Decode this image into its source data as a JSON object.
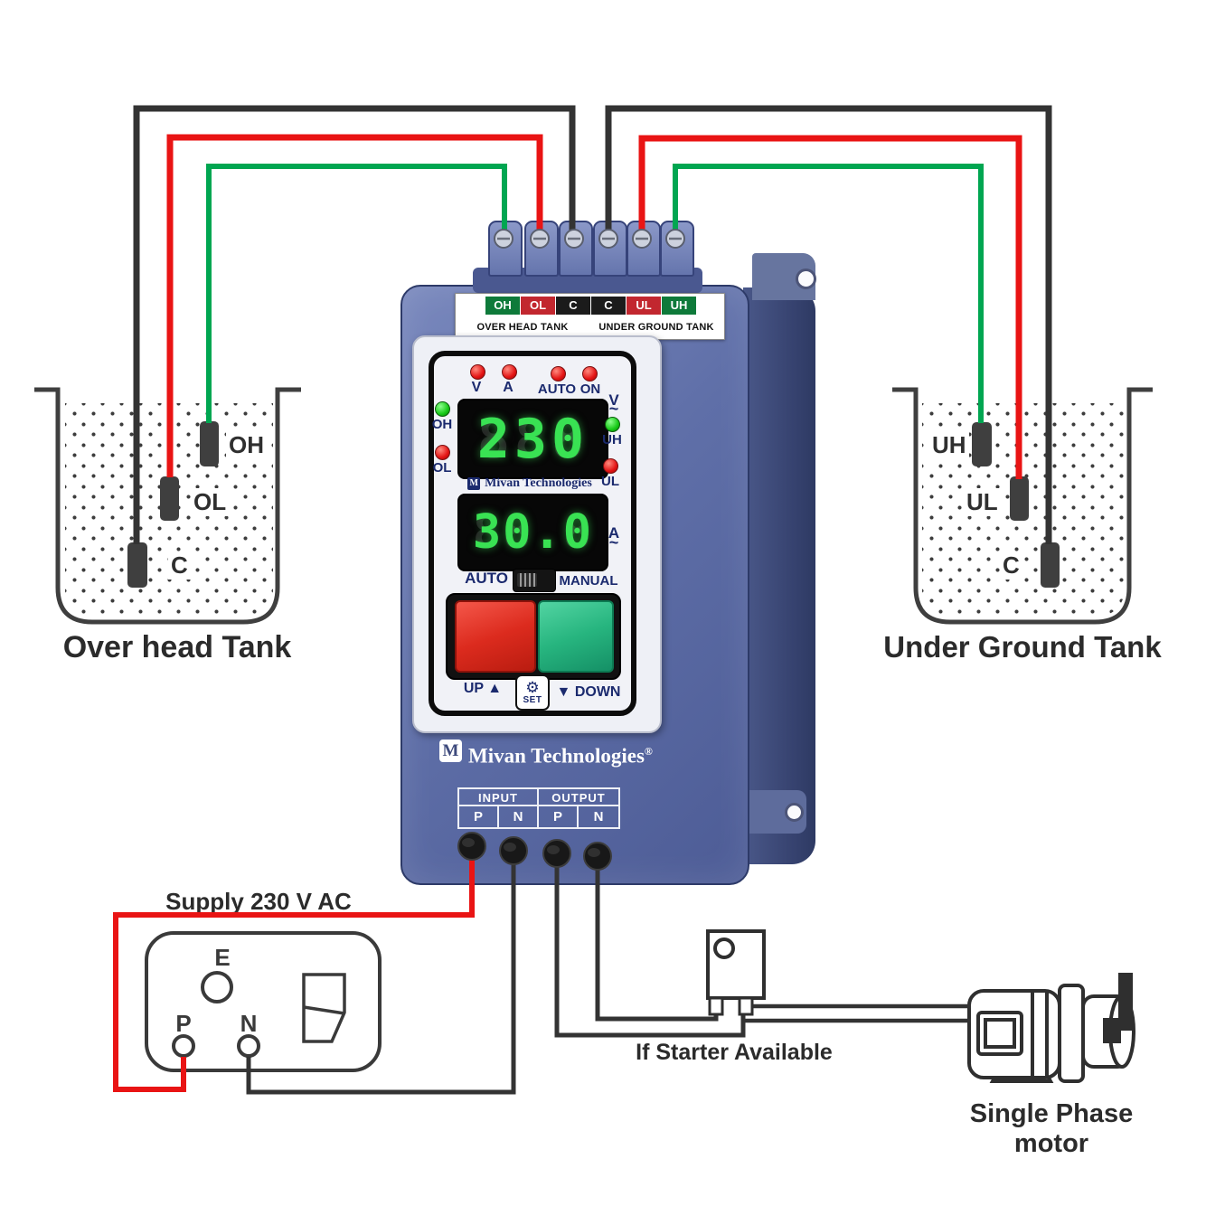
{
  "colors": {
    "case_blue": "#5f6fa8",
    "case_dark": "#36426f",
    "panel": "#eef0f6",
    "display_green": "#39e253",
    "led_red": "#e41414",
    "led_green": "#17c917",
    "wire_red": "#e91414",
    "wire_green": "#00a651",
    "wire_black": "#333333",
    "button_red": "#dc2b1e",
    "button_green": "#27b57f",
    "label_navy": "#1b2a6e",
    "terminal_green": "#0e7a3a",
    "terminal_red": "#c2272f",
    "terminal_black": "#1b1b1b"
  },
  "terminal_strip": {
    "cells": [
      {
        "label": "OH",
        "color": "green"
      },
      {
        "label": "OL",
        "color": "red"
      },
      {
        "label": "C",
        "color": "black"
      },
      {
        "label": "C",
        "color": "black"
      },
      {
        "label": "UL",
        "color": "red"
      },
      {
        "label": "UH",
        "color": "green"
      }
    ],
    "left_caption": "OVER HEAD TANK",
    "right_caption": "UNDER GROUND TANK"
  },
  "panel": {
    "top_leds": [
      {
        "label": "V"
      },
      {
        "label": "A"
      },
      {
        "label": "AUTO"
      },
      {
        "label": "ON"
      }
    ],
    "voltage_value": "230",
    "voltage_ghost": "888",
    "voltage_unit": "V",
    "current_value": "30.0",
    "current_ghost": "88.8",
    "current_unit": "A",
    "tilde": "~",
    "left_leds": [
      {
        "label": "OH",
        "color": "green"
      },
      {
        "label": "OL",
        "color": "red"
      }
    ],
    "right_leds": [
      {
        "label": "UH",
        "color": "green"
      },
      {
        "label": "UL",
        "color": "red"
      }
    ],
    "brand_small": "Mivan Technologies",
    "logo_letter": "M",
    "auto_label": "AUTO",
    "manual_label": "MANUAL",
    "up_label": "UP",
    "up_arrow": "▲",
    "set_label": "SET",
    "gear_icon": "⚙",
    "down_arrow": "▼",
    "down_label": "DOWN"
  },
  "brand": {
    "name": "Mivan Technologies",
    "reg": "®",
    "logo_letter": "M"
  },
  "io": {
    "input_label": "INPUT",
    "output_label": "OUTPUT",
    "pins": [
      "P",
      "N",
      "P",
      "N"
    ]
  },
  "left_tank": {
    "caption": "Over head Tank",
    "sensor_oh": "OH",
    "sensor_ol": "OL",
    "sensor_c": "C"
  },
  "right_tank": {
    "caption": "Under Ground Tank",
    "sensor_uh": "UH",
    "sensor_ul": "UL",
    "sensor_c": "C"
  },
  "supply_label": "Supply 230 V AC",
  "socket": {
    "earth": "E",
    "phase": "P",
    "neutral": "N"
  },
  "starter_caption": "If Starter Available",
  "motor_caption": "Single Phase motor"
}
